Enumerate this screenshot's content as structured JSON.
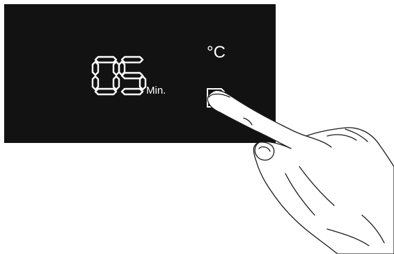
{
  "display": {
    "timer_digits": "05",
    "timer_unit": "Min.",
    "temperature_unit": "°C"
  },
  "icons": {
    "touch_key": "touch-key-icon",
    "pointing_hand": "pointing-hand-icon"
  },
  "colors": {
    "panel": "#121212",
    "segment_stroke": "#ffffff",
    "hand_outline": "#1a1a1a",
    "hand_fill": "#ffffff",
    "background": "#ffffff"
  }
}
